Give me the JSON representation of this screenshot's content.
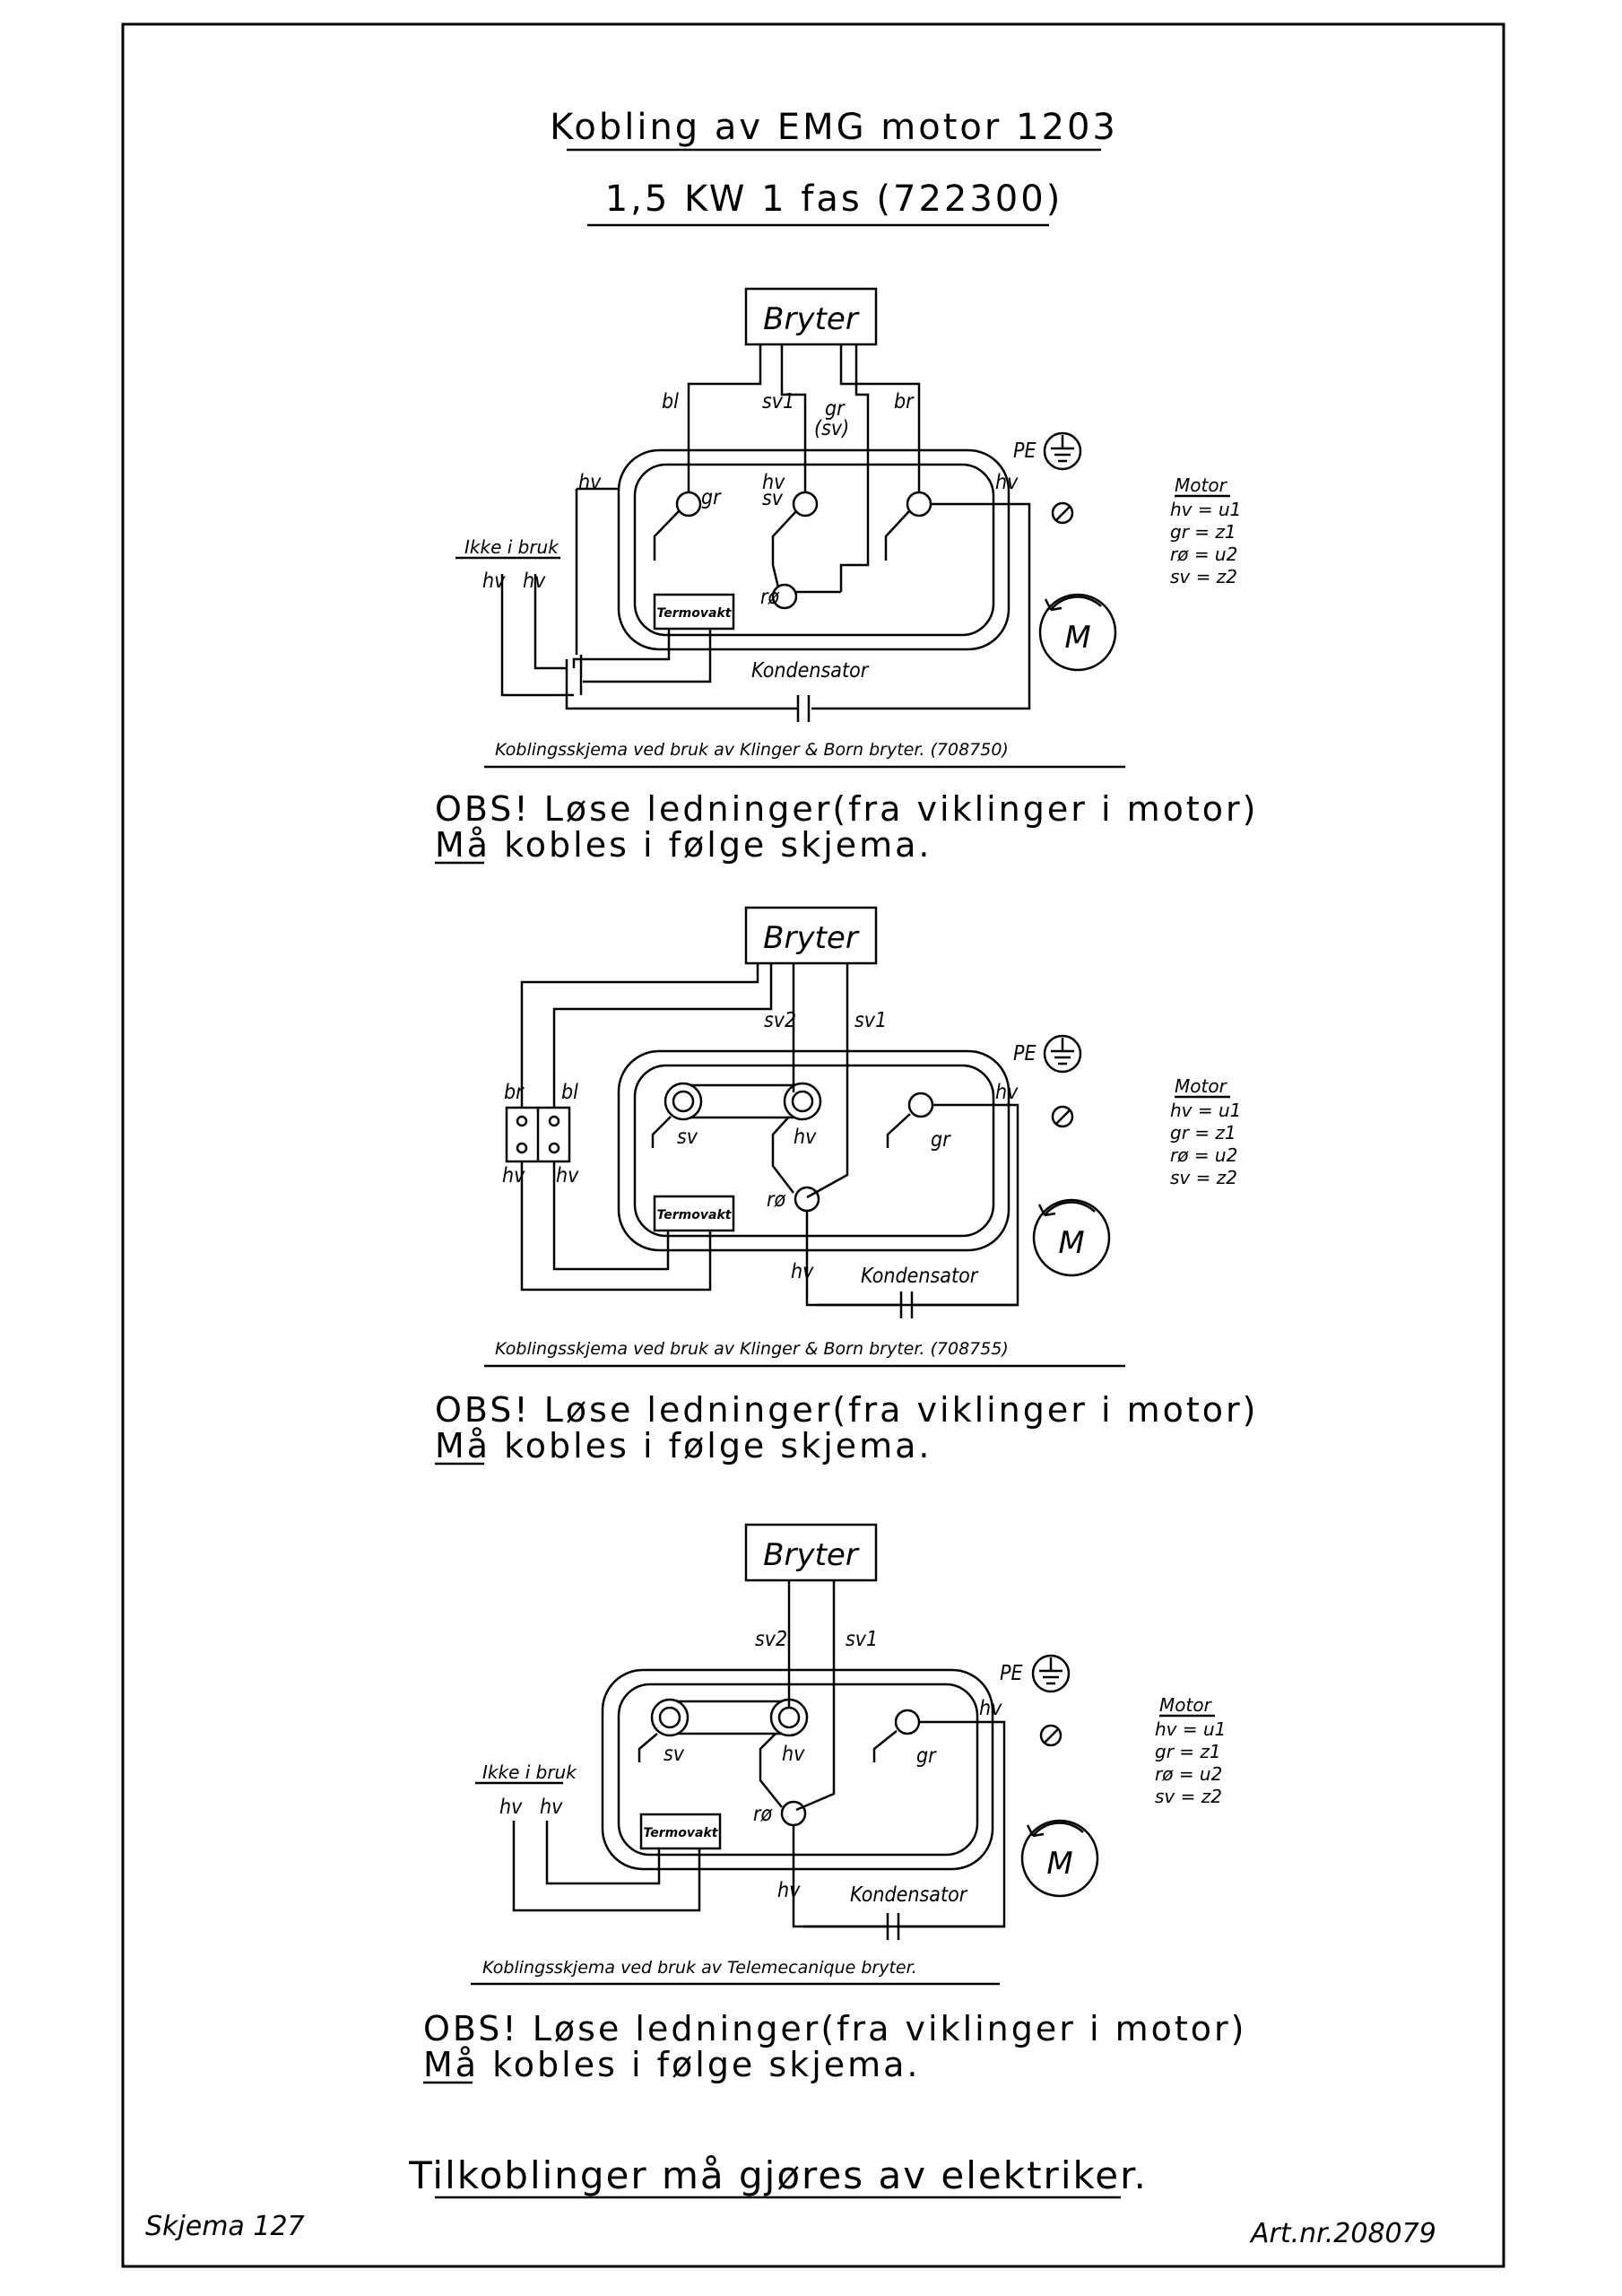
{
  "title": "Kobling av EMG motor 1203",
  "subtitle": "1,5 KW 1 fas (722300)",
  "footer_left": "Skjema 127",
  "footer_right": "Art.nr.208079",
  "final_note": "Tilkoblinger må gjøres av elektriker.",
  "obs_line1": "OBS! Løse ledninger(fra viklinger i motor)",
  "obs_line2_underlined": "Må",
  "obs_line2_rest": " kobles i følge skjema.",
  "labels": {
    "bryter": "Bryter",
    "termovakt": "Termovakt",
    "kondensator": "Kondensator",
    "pe": "PE",
    "motor_symbol": "M",
    "ikke_i_bruk": "Ikke i bruk",
    "hv": "hv",
    "gr": "gr",
    "sv": "sv",
    "ro": "rø",
    "bl": "bl",
    "br": "br",
    "sv1": "sv1",
    "sv2": "sv2",
    "gr_sv": "(sv)"
  },
  "legend": {
    "title": "Motor",
    "lines": [
      "hv = u1",
      "gr = z1",
      "rø = u2",
      "sv = z2"
    ]
  },
  "diagrams": [
    {
      "caption": "Koblingsskjema ved bruk av Klinger & Born bryter. (708750)"
    },
    {
      "caption": "Koblingsskjema ved bruk av Klinger & Born bryter. (708755)"
    },
    {
      "caption": "Koblingsskjema ved bruk av Telemecanique bryter."
    }
  ]
}
